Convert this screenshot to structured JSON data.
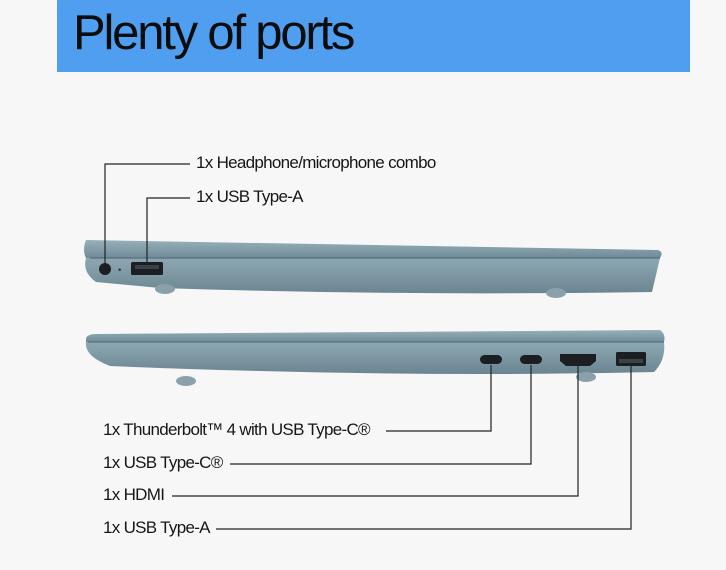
{
  "banner": {
    "title": "Plenty of ports",
    "color": "#4f9ef0"
  },
  "left_side": {
    "callouts": [
      {
        "label": "1x Headphone/microphone combo"
      },
      {
        "label": "1x USB Type-A"
      }
    ]
  },
  "right_side": {
    "callouts": [
      {
        "label": "1x Thunderbolt™ 4 with USB Type-C®"
      },
      {
        "label": "1x USB Type-C®"
      },
      {
        "label": "1x HDMI"
      },
      {
        "label": "1x USB Type-A"
      }
    ]
  },
  "colors": {
    "laptop_body": "#7a95a1",
    "laptop_lid": "#8aa4af",
    "port": "#1b1f22",
    "line": "#222222"
  }
}
